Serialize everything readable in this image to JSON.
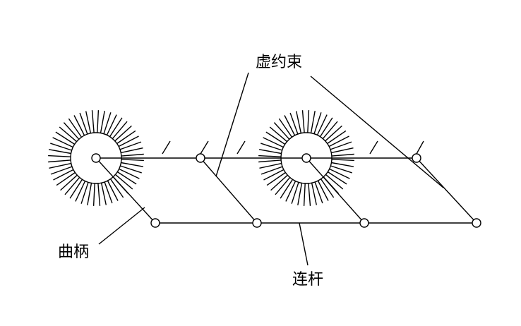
{
  "labels": {
    "virtual_constraint": "虚约束",
    "crank": "曲柄",
    "connecting_rod": "连杆"
  },
  "colors": {
    "stroke": "#000000",
    "background": "#ffffff"
  }
}
